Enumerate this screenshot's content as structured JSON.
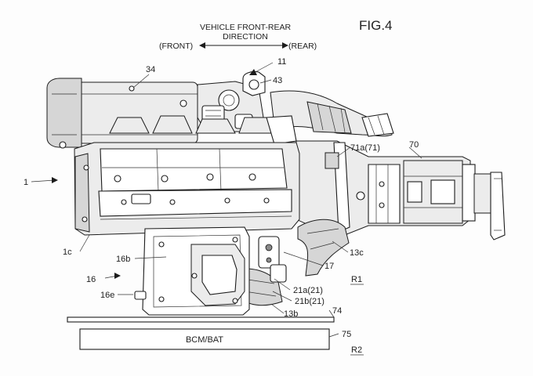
{
  "figure": {
    "title": "FIG.4"
  },
  "direction": {
    "line1": "VEHICLE FRONT-REAR",
    "line2": "DIRECTION",
    "front": "(FRONT)",
    "rear": "(REAR)"
  },
  "boxes": {
    "bcm_bat": "BCM/BAT"
  },
  "labels": {
    "l1": "1",
    "l34": "34",
    "l11": "11",
    "l43": "43",
    "l70": "70",
    "l71a": "71a(71)",
    "l1c": "1c",
    "l16b": "16b",
    "l16": "16",
    "l16e": "16e",
    "l13c": "13c",
    "l17": "17",
    "r1": "R1",
    "l21a": "21a(21)",
    "l21b": "21b(21)",
    "l13b": "13b",
    "l74": "74",
    "l75": "75",
    "r2": "R2"
  }
}
